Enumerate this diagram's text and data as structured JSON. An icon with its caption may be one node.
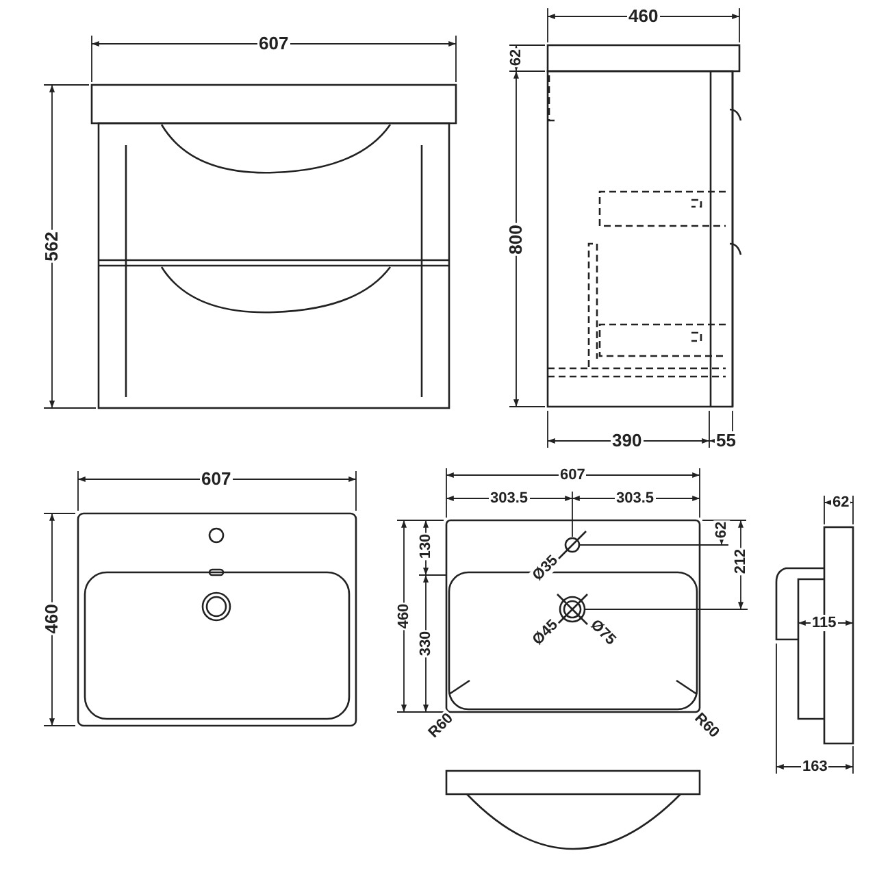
{
  "diagram": {
    "labels": [
      "607",
      "460",
      "62",
      "562",
      "800",
      "390",
      "55",
      "607",
      "460",
      "607",
      "303.5",
      "303.5",
      "62",
      "130",
      "Ø35",
      "212",
      "460",
      "62",
      "115",
      "Ø45",
      "Ø75",
      "330",
      "R60",
      "R60",
      "163"
    ]
  }
}
